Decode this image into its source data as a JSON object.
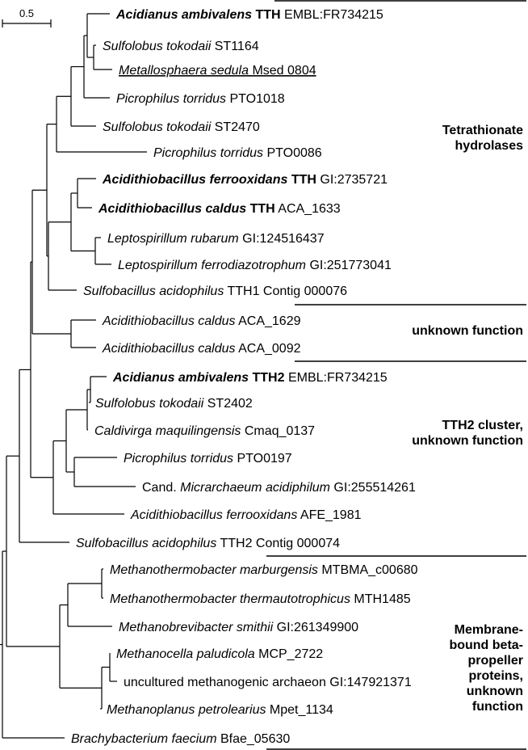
{
  "scale_bar": {
    "label": "0.5"
  },
  "leaves": [
    {
      "parts": [
        {
          "t": "Acidianus ambivalens",
          "s": "sp bold"
        },
        {
          "t": " TTH",
          "s": "bold"
        },
        {
          "t": " EMBL:FR734215",
          "s": ""
        }
      ]
    },
    {
      "parts": [
        {
          "t": "Sulfolobus tokodaii",
          "s": "sp"
        },
        {
          "t": " ST1164",
          "s": ""
        }
      ]
    },
    {
      "parts": [
        {
          "t": "Metallosphaera sedula",
          "s": "sp ul"
        },
        {
          "t": " Msed 0804",
          "s": "ul"
        }
      ]
    },
    {
      "parts": [
        {
          "t": "Picrophilus torridus",
          "s": "sp"
        },
        {
          "t": " PTO1018",
          "s": ""
        }
      ]
    },
    {
      "parts": [
        {
          "t": "Sulfolobus tokodaii",
          "s": "sp"
        },
        {
          "t": " ST2470",
          "s": ""
        }
      ]
    },
    {
      "parts": [
        {
          "t": "Picrophilus torridus",
          "s": "sp"
        },
        {
          "t": " PTO0086",
          "s": ""
        }
      ]
    },
    {
      "parts": [
        {
          "t": "Acidithiobacillus ferrooxidans",
          "s": "sp bold"
        },
        {
          "t": " TTH",
          "s": "bold"
        },
        {
          "t": " GI:2735721",
          "s": ""
        }
      ]
    },
    {
      "parts": [
        {
          "t": "Acidithiobacillus caldus",
          "s": "sp bold"
        },
        {
          "t": " TTH",
          "s": "bold"
        },
        {
          "t": " ACA_1633",
          "s": ""
        }
      ]
    },
    {
      "parts": [
        {
          "t": "Leptospirillum rubarum",
          "s": "sp"
        },
        {
          "t": " GI:124516437",
          "s": ""
        }
      ]
    },
    {
      "parts": [
        {
          "t": "Leptospirillum ferrodiazotrophum",
          "s": "sp"
        },
        {
          "t": " GI:251773041",
          "s": ""
        }
      ]
    },
    {
      "parts": [
        {
          "t": "Sulfobacillus acidophilus",
          "s": "sp"
        },
        {
          "t": " TTH1 Contig 000076",
          "s": ""
        }
      ]
    },
    {
      "parts": [
        {
          "t": "Acidithiobacillus caldus",
          "s": "sp"
        },
        {
          "t": " ACA_1629",
          "s": ""
        }
      ]
    },
    {
      "parts": [
        {
          "t": "Acidithiobacillus caldus",
          "s": "sp"
        },
        {
          "t": " ACA_0092",
          "s": ""
        }
      ]
    },
    {
      "parts": [
        {
          "t": "Acidianus ambivalens",
          "s": "sp bold"
        },
        {
          "t": " TTH2",
          "s": "bold"
        },
        {
          "t": " EMBL:FR734215",
          "s": ""
        }
      ]
    },
    {
      "parts": [
        {
          "t": "Sulfolobus tokodaii",
          "s": "sp"
        },
        {
          "t": " ST2402",
          "s": ""
        }
      ]
    },
    {
      "parts": [
        {
          "t": "Caldivirga maquilingensis",
          "s": "sp"
        },
        {
          "t": " Cmaq_0137",
          "s": ""
        }
      ]
    },
    {
      "parts": [
        {
          "t": "Picrophilus torridus",
          "s": "sp"
        },
        {
          "t": " PTO0197",
          "s": ""
        }
      ]
    },
    {
      "parts": [
        {
          "t": "Cand. ",
          "s": ""
        },
        {
          "t": "Micrarchaeum acidiphilum",
          "s": "sp"
        },
        {
          "t": " GI:255514261",
          "s": ""
        }
      ]
    },
    {
      "parts": [
        {
          "t": "Acidithiobacillus ferrooxidans",
          "s": "sp"
        },
        {
          "t": " AFE_1981",
          "s": ""
        }
      ]
    },
    {
      "parts": [
        {
          "t": "Sulfobacillus acidophilus",
          "s": "sp"
        },
        {
          "t": " TTH2 Contig 000074",
          "s": ""
        }
      ]
    },
    {
      "parts": [
        {
          "t": "Methanothermobacter marburgensis",
          "s": "sp"
        },
        {
          "t": " MTBMA_c00680",
          "s": ""
        }
      ]
    },
    {
      "parts": [
        {
          "t": "Methanothermobacter thermautotrophicus",
          "s": "sp"
        },
        {
          "t": " MTH1485",
          "s": ""
        }
      ]
    },
    {
      "parts": [
        {
          "t": "Methanobrevibacter smithii",
          "s": "sp"
        },
        {
          "t": " GI:261349900",
          "s": ""
        }
      ]
    },
    {
      "parts": [
        {
          "t": "Methanocella paludicola",
          "s": "sp"
        },
        {
          "t": " MCP_2722",
          "s": ""
        }
      ]
    },
    {
      "parts": [
        {
          "t": "uncultured methanogenic archaeon",
          "s": ""
        },
        {
          "t": " GI:147921371",
          "s": ""
        }
      ]
    },
    {
      "parts": [
        {
          "t": "Methanoplanus petrolearius",
          "s": "sp"
        },
        {
          "t": " Mpet_1134",
          "s": ""
        }
      ]
    },
    {
      "parts": [
        {
          "t": "Brachybacterium faecium",
          "s": "sp"
        },
        {
          "t": " Bfae_05630",
          "s": ""
        }
      ]
    }
  ],
  "groups": [
    {
      "lines": [
        "Tetrathionate",
        "hydrolases"
      ]
    },
    {
      "lines": [
        "unknown function"
      ]
    },
    {
      "lines": [
        "TTH2 cluster,",
        "unknown function"
      ]
    },
    {
      "lines": [
        "Membrane-",
        "bound beta-",
        "propeller",
        "proteins,",
        "unknown",
        "function"
      ]
    }
  ]
}
